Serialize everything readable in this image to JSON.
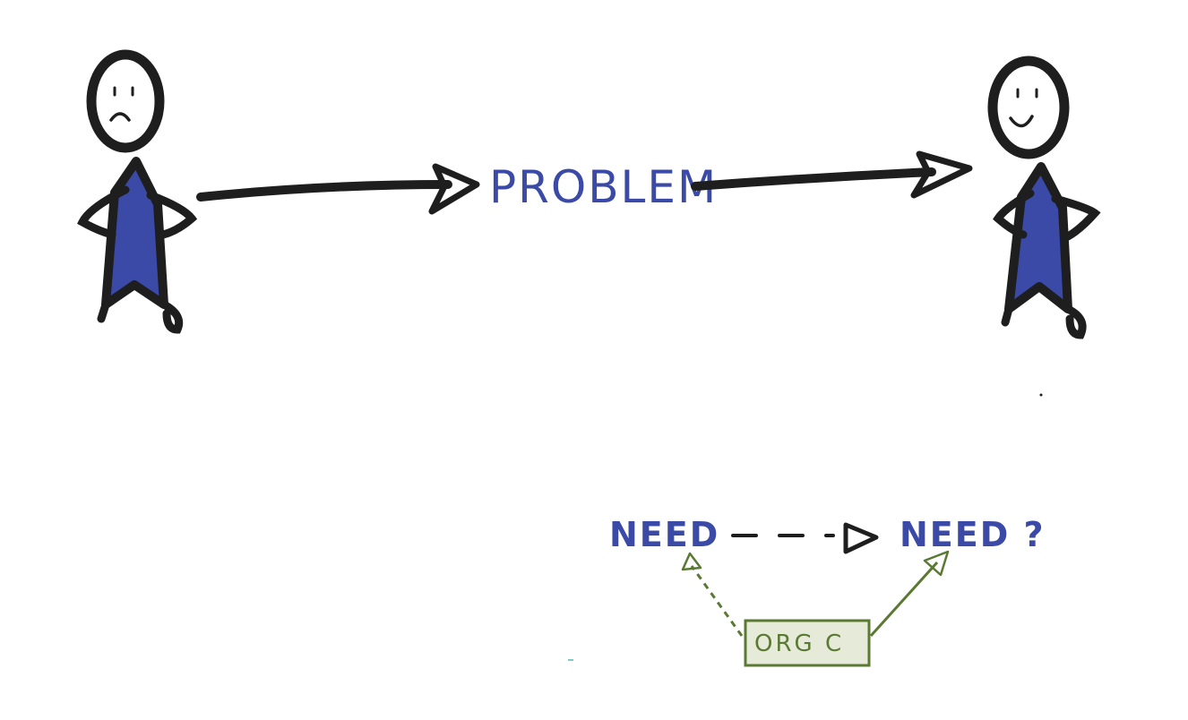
{
  "colors": {
    "ink": "#1e1e1e",
    "blue": "#3a4aa6",
    "green_stroke": "#5a7a34",
    "green_fill": "#e6ead9"
  },
  "labels": {
    "problem": "PROBLEM",
    "need_left": "NEED",
    "need_right": "NEED ?",
    "org": "ORG C"
  },
  "figures": {
    "left_mood": "sad",
    "right_mood": "happy"
  }
}
